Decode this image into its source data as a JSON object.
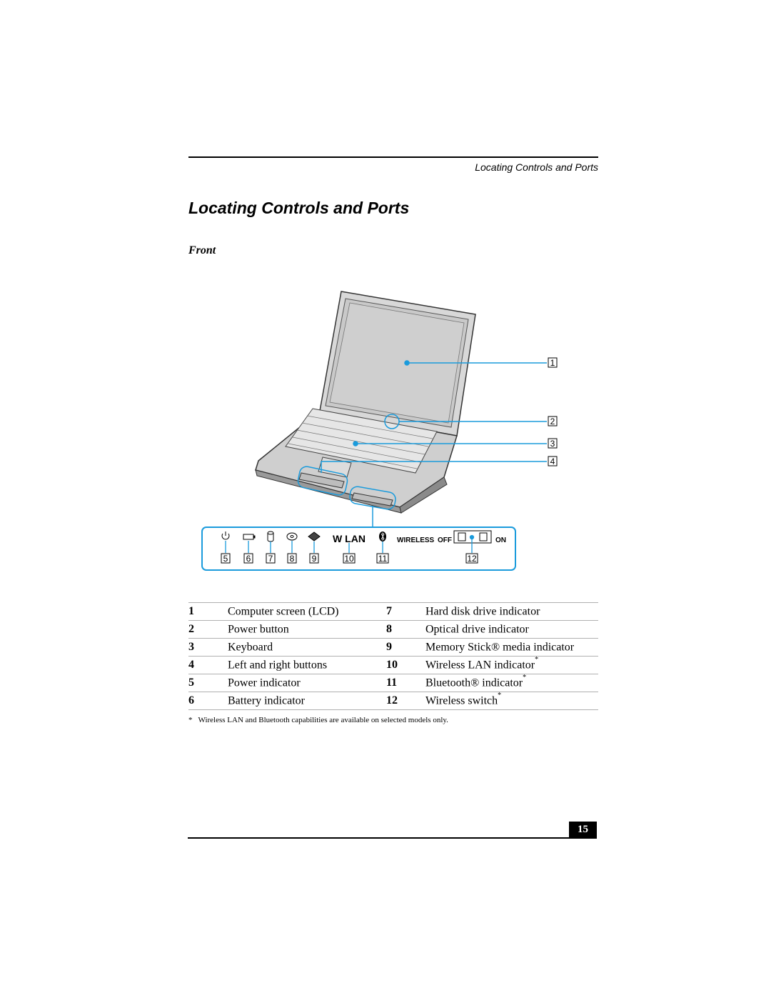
{
  "header": {
    "running_title": "Locating Controls and Ports"
  },
  "section": {
    "title": "Locating Controls and Ports",
    "subtitle": "Front"
  },
  "figure": {
    "callouts": [
      "1",
      "2",
      "3",
      "4",
      "5",
      "6",
      "7",
      "8",
      "9",
      "10",
      "11",
      "12"
    ],
    "panel": {
      "wlan_label": "W LAN",
      "wireless_label": "WIRELESS",
      "off_label": "OFF",
      "on_label": "ON"
    },
    "accent_color": "#1a9bdc"
  },
  "legend": {
    "rows": [
      {
        "n1": "1",
        "t1": "Computer screen (LCD)",
        "s1": "",
        "n2": "7",
        "t2": "Hard disk drive indicator",
        "s2": ""
      },
      {
        "n1": "2",
        "t1": "Power button",
        "s1": "",
        "n2": "8",
        "t2": "Optical drive indicator",
        "s2": ""
      },
      {
        "n1": "3",
        "t1": "Keyboard",
        "s1": "",
        "n2": "9",
        "t2": "Memory Stick® media indicator",
        "s2": ""
      },
      {
        "n1": "4",
        "t1": "Left and right buttons",
        "s1": "",
        "n2": "10",
        "t2": "Wireless LAN indicator",
        "s2": "*"
      },
      {
        "n1": "5",
        "t1": "Power indicator",
        "s1": "",
        "n2": "11",
        "t2": "Bluetooth® indicator",
        "s2": "*"
      },
      {
        "n1": "6",
        "t1": "Battery indicator",
        "s1": "",
        "n2": "12",
        "t2": "Wireless switch",
        "s2": "*"
      }
    ]
  },
  "footnote": {
    "mark": "*",
    "text": "Wireless LAN and Bluetooth capabilities are available on selected models only."
  },
  "footer": {
    "page_number": "15"
  }
}
